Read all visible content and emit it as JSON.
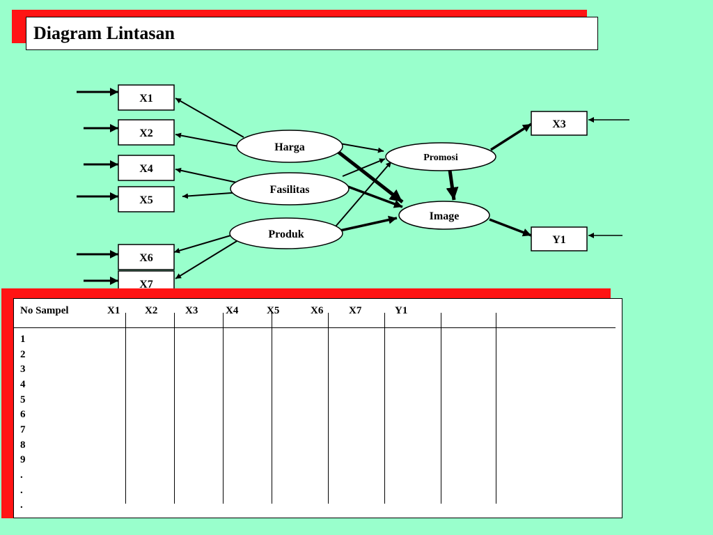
{
  "title": "Diagram Lintasan",
  "colors": {
    "background": "#99ffcc",
    "accent_shadow": "#ff1414",
    "box_fill": "#ffffff",
    "stroke": "#000000"
  },
  "diagram": {
    "indicators": {
      "x1": "X1",
      "x2": "X2",
      "x4": "X4",
      "x5": "X5",
      "x6": "X6",
      "x7": "X7",
      "x3": "X3",
      "y1": "Y1"
    },
    "constructs": {
      "harga": "Harga",
      "fasilitas": "Fasilitas",
      "produk": "Produk",
      "promosi": "Promosi",
      "image": "Image"
    }
  },
  "table": {
    "columns": [
      "No Sampel",
      "X1",
      "X2",
      "X3",
      "X4",
      "X5",
      "X6",
      "X7",
      "Y1"
    ],
    "rows": [
      "1",
      "2",
      "3",
      "4",
      "5",
      "6",
      "7",
      "8",
      "9",
      ".",
      ".",
      "."
    ]
  }
}
